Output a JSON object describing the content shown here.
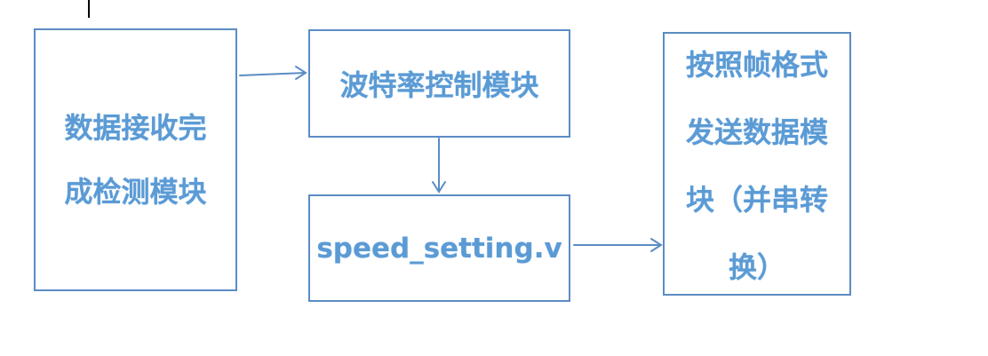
{
  "diagram": {
    "nodes": {
      "receive": {
        "lines": [
          "数据接收完",
          "成检测模块"
        ]
      },
      "baud": {
        "label": "波特率控制模块"
      },
      "speed": {
        "label": "speed_setting.v"
      },
      "send": {
        "lines": [
          "按照帧格式",
          "发送数据模",
          "块（并串转",
          "换）"
        ]
      }
    },
    "edges": [
      {
        "from": "receive",
        "to": "baud"
      },
      {
        "from": "baud",
        "to": "speed"
      },
      {
        "from": "speed",
        "to": "send"
      }
    ],
    "colors": {
      "border": "#5b8cc4",
      "text": "#5b9bd5",
      "arrow": "#5b8cc4"
    }
  }
}
